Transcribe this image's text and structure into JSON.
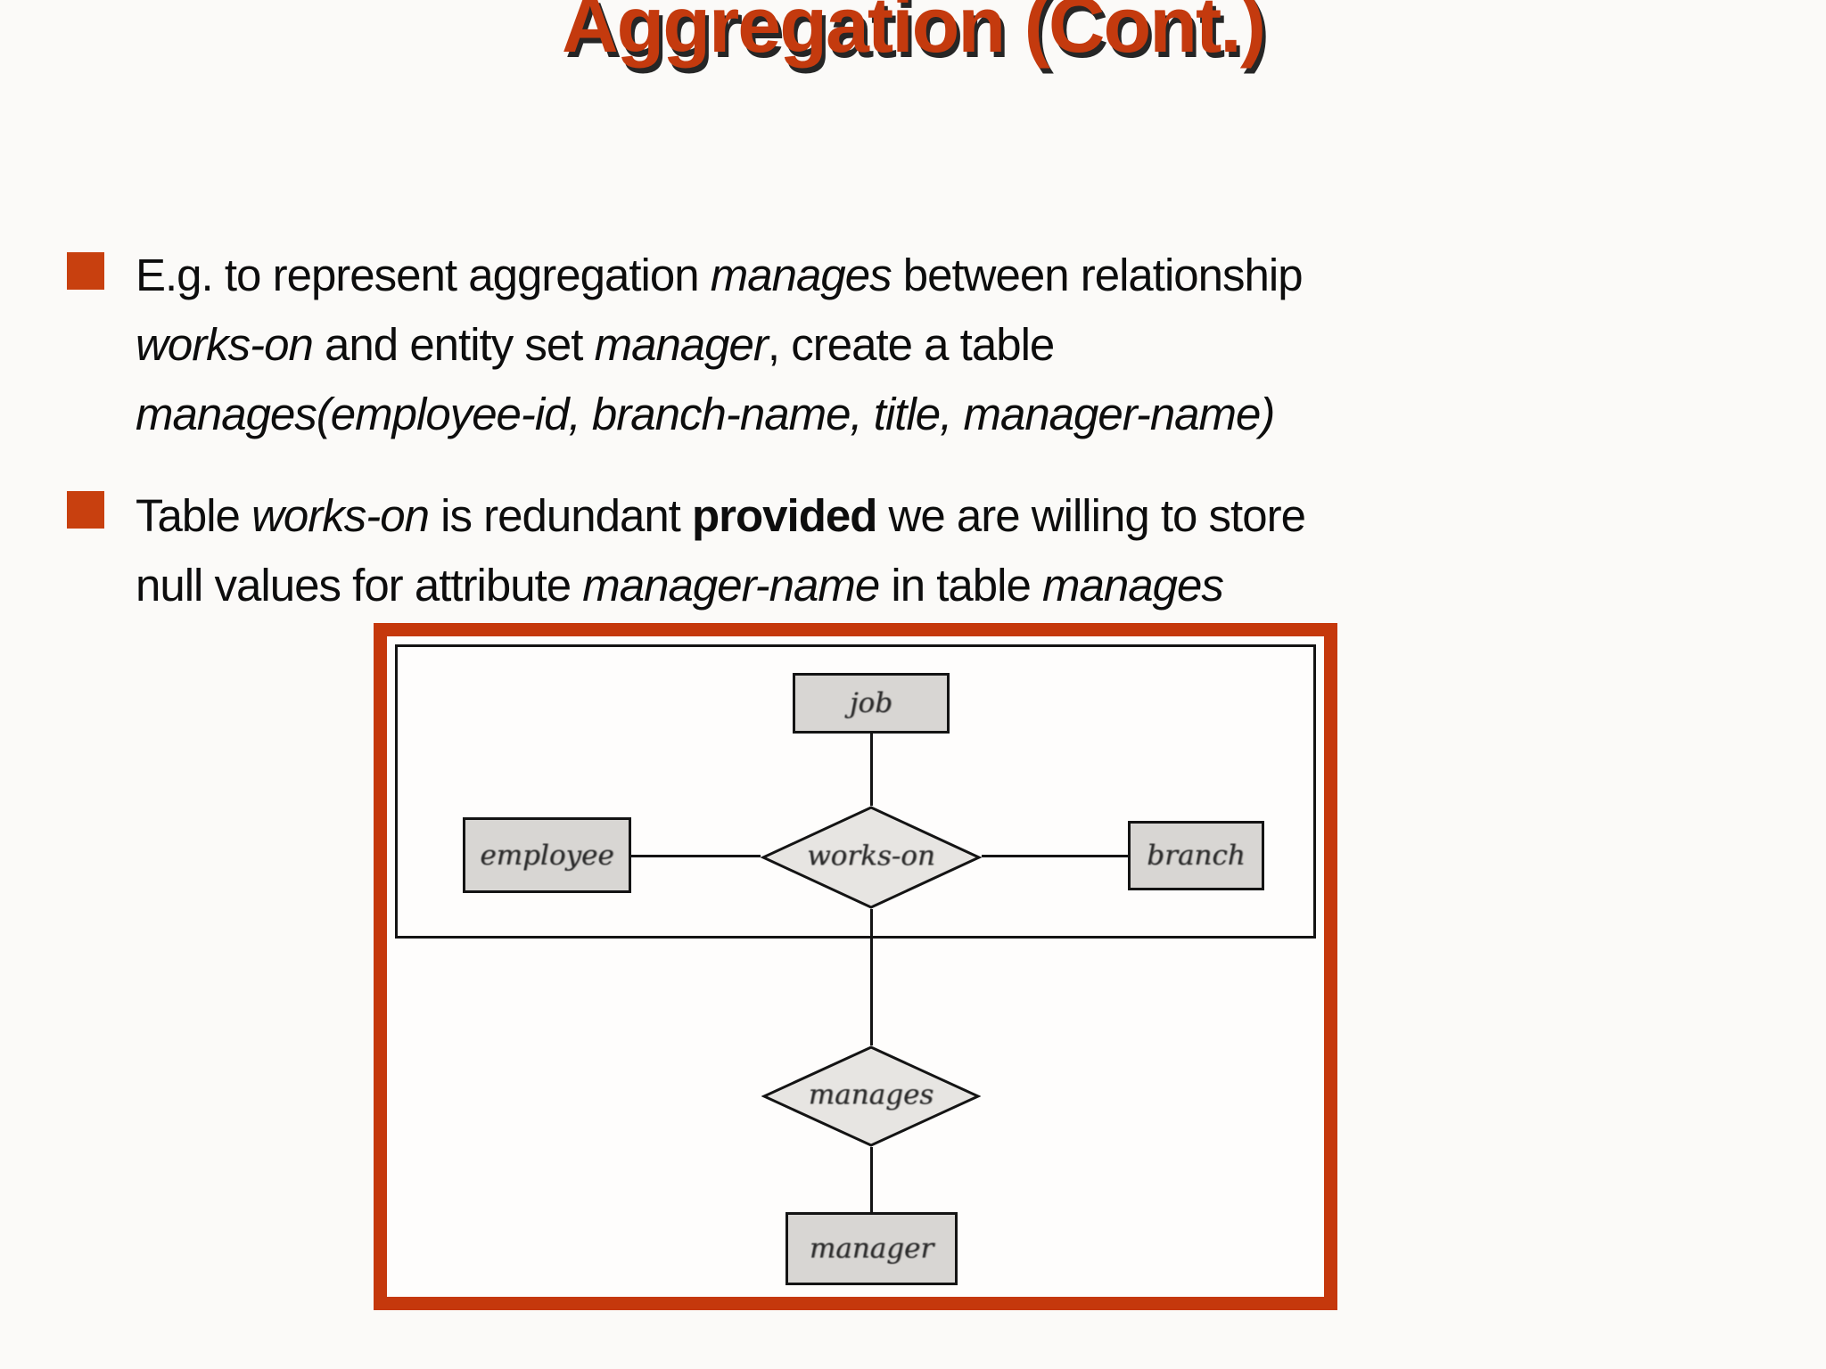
{
  "title": "Aggregation (Cont.)",
  "colors": {
    "accent_title": "#c43a0e",
    "bullet_square": "#c8400f",
    "frame_border": "#c5380c",
    "entity_fill": "#d8d6d3",
    "diamond_fill": "#e7e5e2",
    "diagram_line": "#141414"
  },
  "bullets": {
    "b1": {
      "l1": {
        "s1": "E.g. to represent aggregation ",
        "s2": "manages",
        "s3": " between relationship"
      },
      "l2": {
        "s1": "works-on",
        "s2": " and entity set ",
        "s3": "manager",
        "s4": ", create a table"
      },
      "l3": {
        "s1": "manages(employee-id, branch-name, title, manager-name)"
      }
    },
    "b2": {
      "l1": {
        "s1": "Table ",
        "s2": "works-on",
        "s3": " is redundant ",
        "s4": "provided",
        "s5": " we are willing to store"
      },
      "l2": {
        "s1": "null values for attribute ",
        "s2": "manager-name",
        "s3": " in table ",
        "s4": "manages"
      }
    }
  },
  "diagram": {
    "entities": {
      "job": "job",
      "employee": "employee",
      "branch": "branch",
      "manager": "manager"
    },
    "relationships": {
      "works_on": "works-on",
      "manages": "manages"
    }
  }
}
